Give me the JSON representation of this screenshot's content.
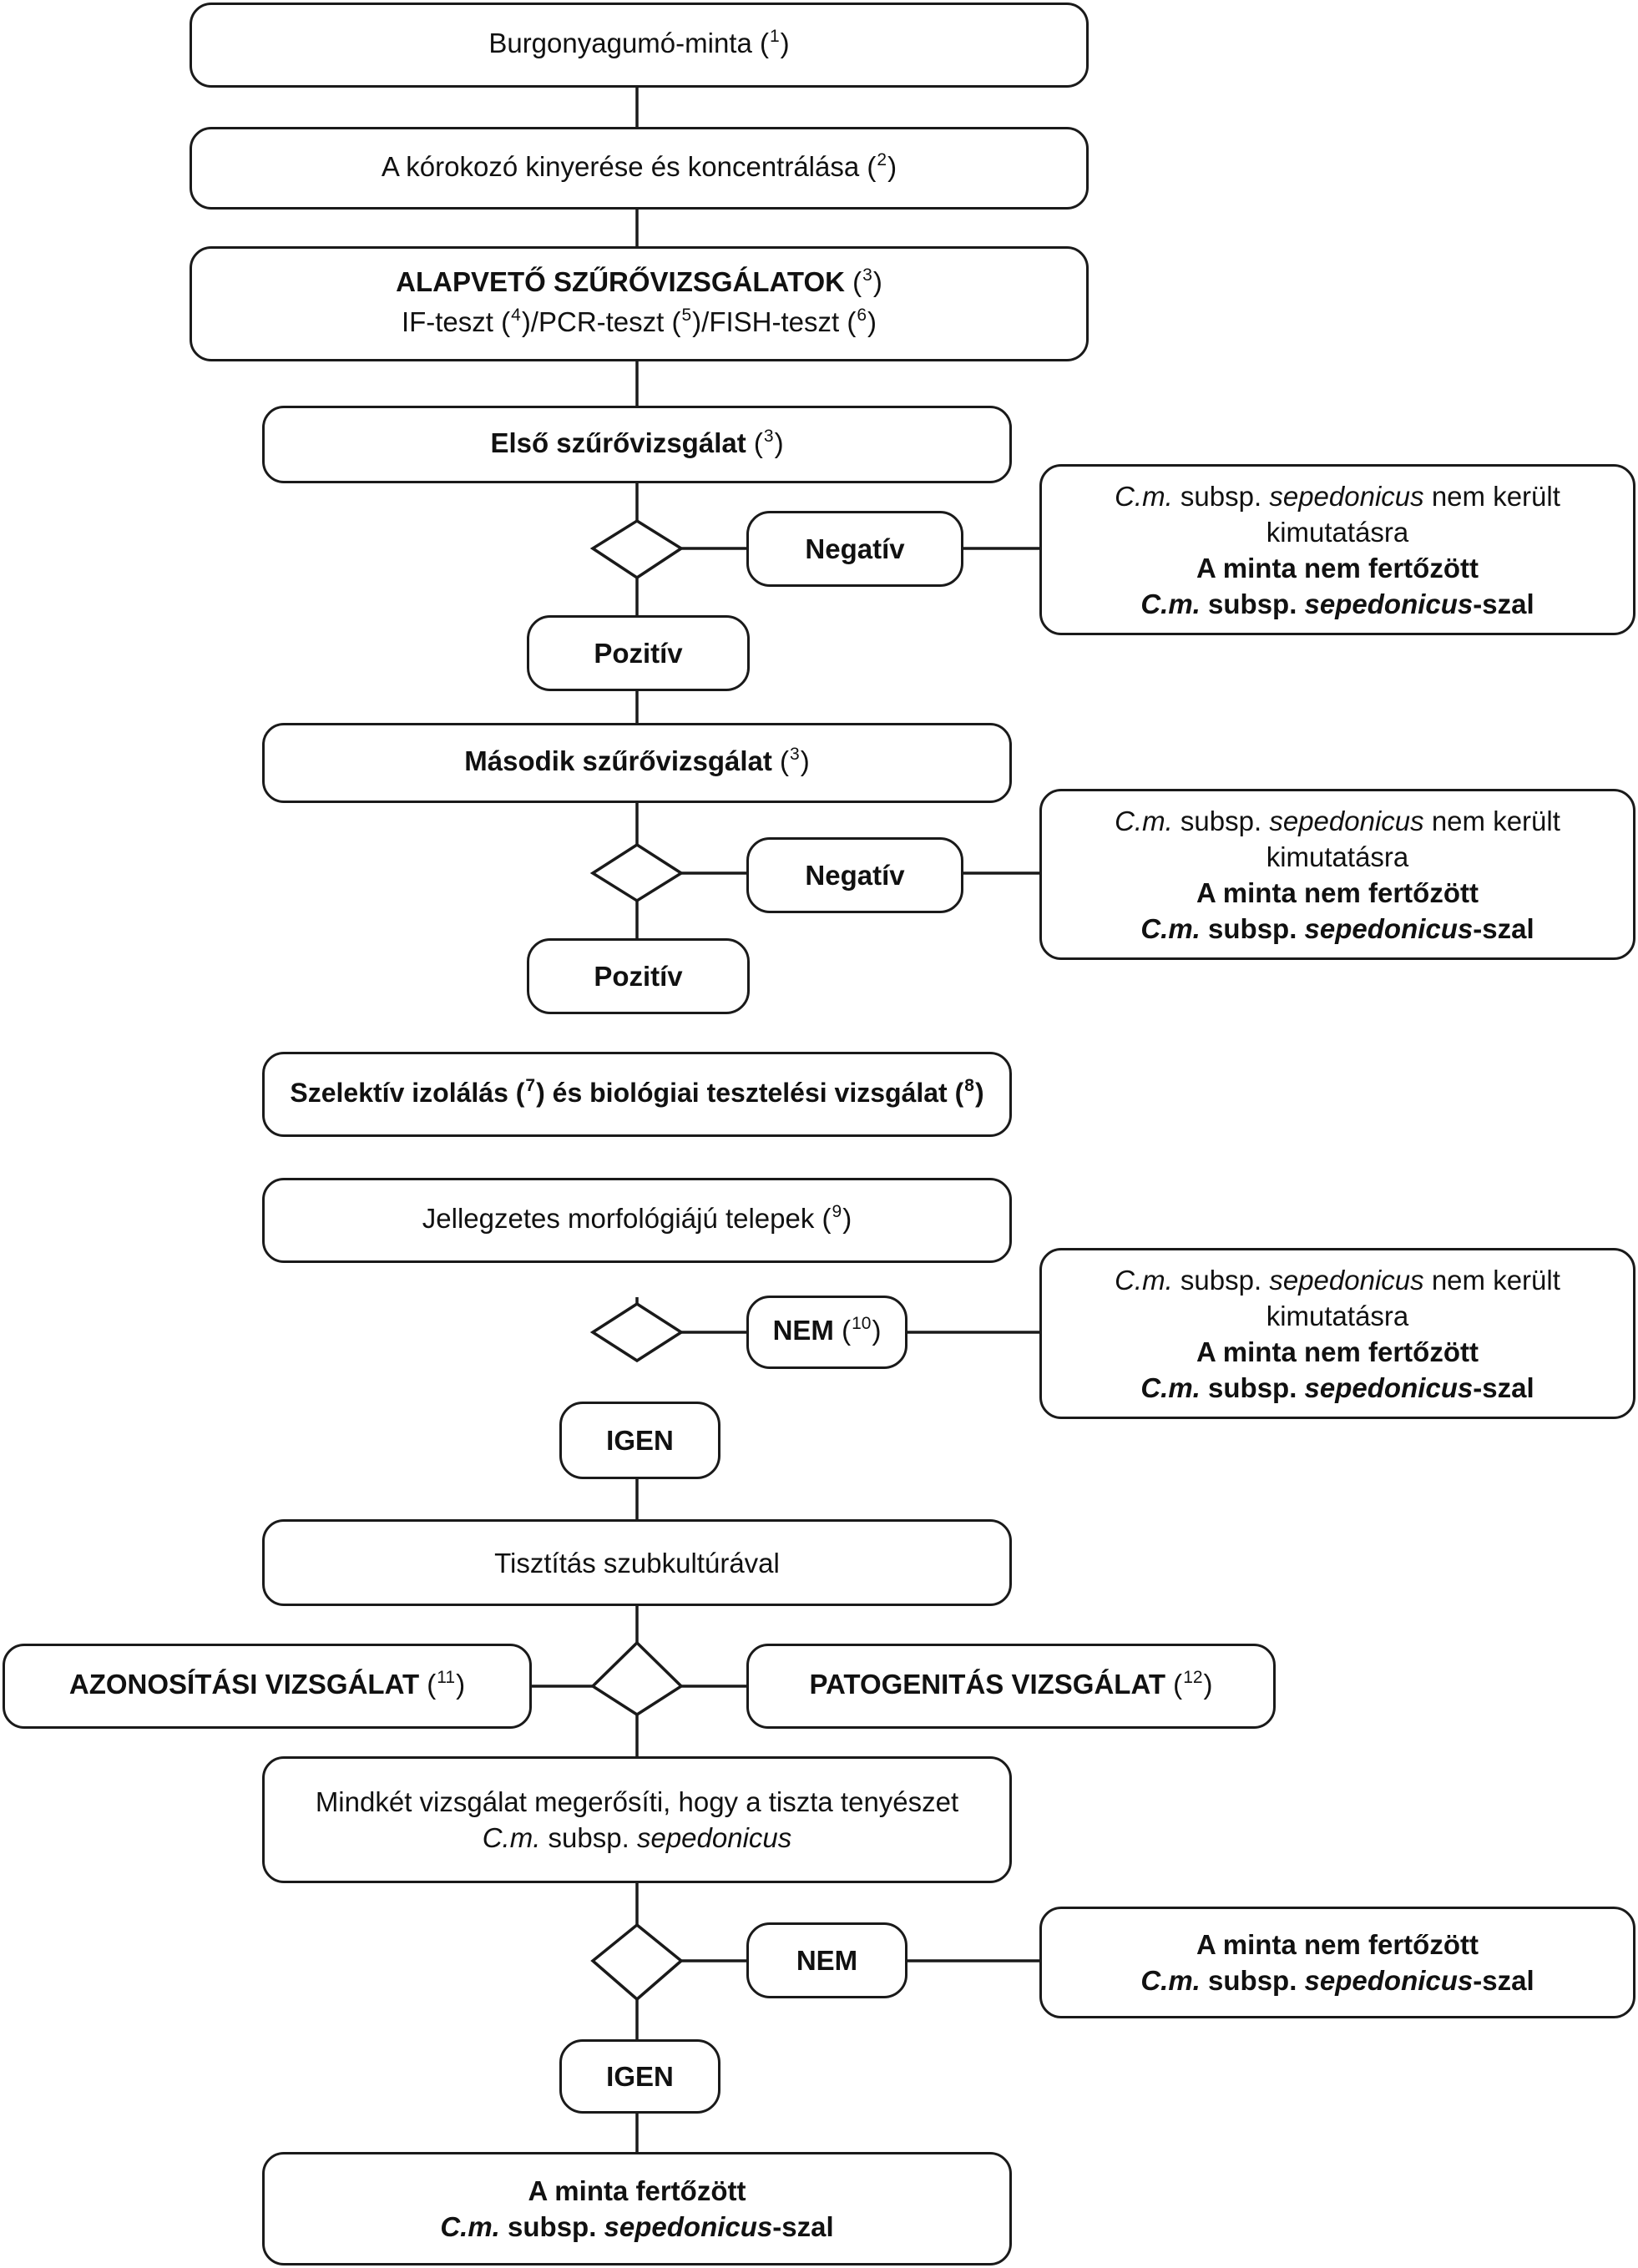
{
  "nodes": {
    "sample": {
      "text": "Burgonyagumó-minta (",
      "ref": "1",
      "close": ")"
    },
    "extraction": {
      "text": "A kórokozó kinyerése és koncentrálása (",
      "ref": "2",
      "close": ")"
    },
    "screening": {
      "title": "ALAPVETŐ SZŰRŐVIZSGÁLATOK",
      "title_open": " (",
      "title_ref": "3",
      "title_close": ")",
      "t1": "IF-teszt (",
      "r1": "4",
      "t2": ")/PCR-teszt (",
      "r2": "5",
      "t3": ")/FISH-teszt (",
      "r3": "6",
      "t4": ")"
    },
    "first_screen": {
      "text": "Első szűrővizsgálat",
      "open": " (",
      "ref": "3",
      "close": ")"
    },
    "second_screen": {
      "text": "Második szűrővizsgálat",
      "open": " (",
      "ref": "3",
      "close": ")"
    },
    "isolation": {
      "a": "Szelektív izolálás (",
      "r1": "7",
      "b": ") és biológiai tesztelési vizsgálat (",
      "r2": "8",
      "c": ")"
    },
    "colonies": {
      "text": "Jellegzetes morfológiájú telepek (",
      "ref": "9",
      "close": ")"
    },
    "purification": {
      "text": "Tisztítás szubkultúrával"
    },
    "identification": {
      "text": "AZONOSÍTÁSI VIZSGÁLAT",
      "open": " (",
      "ref": "11",
      "close": ")"
    },
    "pathogenicity": {
      "text": "PATOGENITÁS VIZSGÁLAT",
      "open": " (",
      "ref": "12",
      "close": ")"
    },
    "confirm": {
      "line1": "Mindkét vizsgálat megerősíti, hogy a tiszta tenyészet",
      "cm": "C.m.",
      "subsp": " subsp. ",
      "sep": "sepedonicus"
    },
    "infected": {
      "line1": "A minta fertőzött",
      "cm": "C.m.",
      "subsp": " subsp. ",
      "sep": "sepedonicus",
      "suffix": "-szal"
    }
  },
  "labels": {
    "negative": "Negatív",
    "positive": "Pozitív",
    "no": "NEM",
    "no_open": " (",
    "no_ref": "10",
    "no_close": ")",
    "yes": "IGEN"
  },
  "outcome_not_detected": {
    "cm": "C.m.",
    "subsp": " subsp. ",
    "sep": "sepedonicus",
    "rest": " nem került",
    "line2": "kimutatásra",
    "line3": "A minta nem fertőzött",
    "suffix": "-szal"
  }
}
